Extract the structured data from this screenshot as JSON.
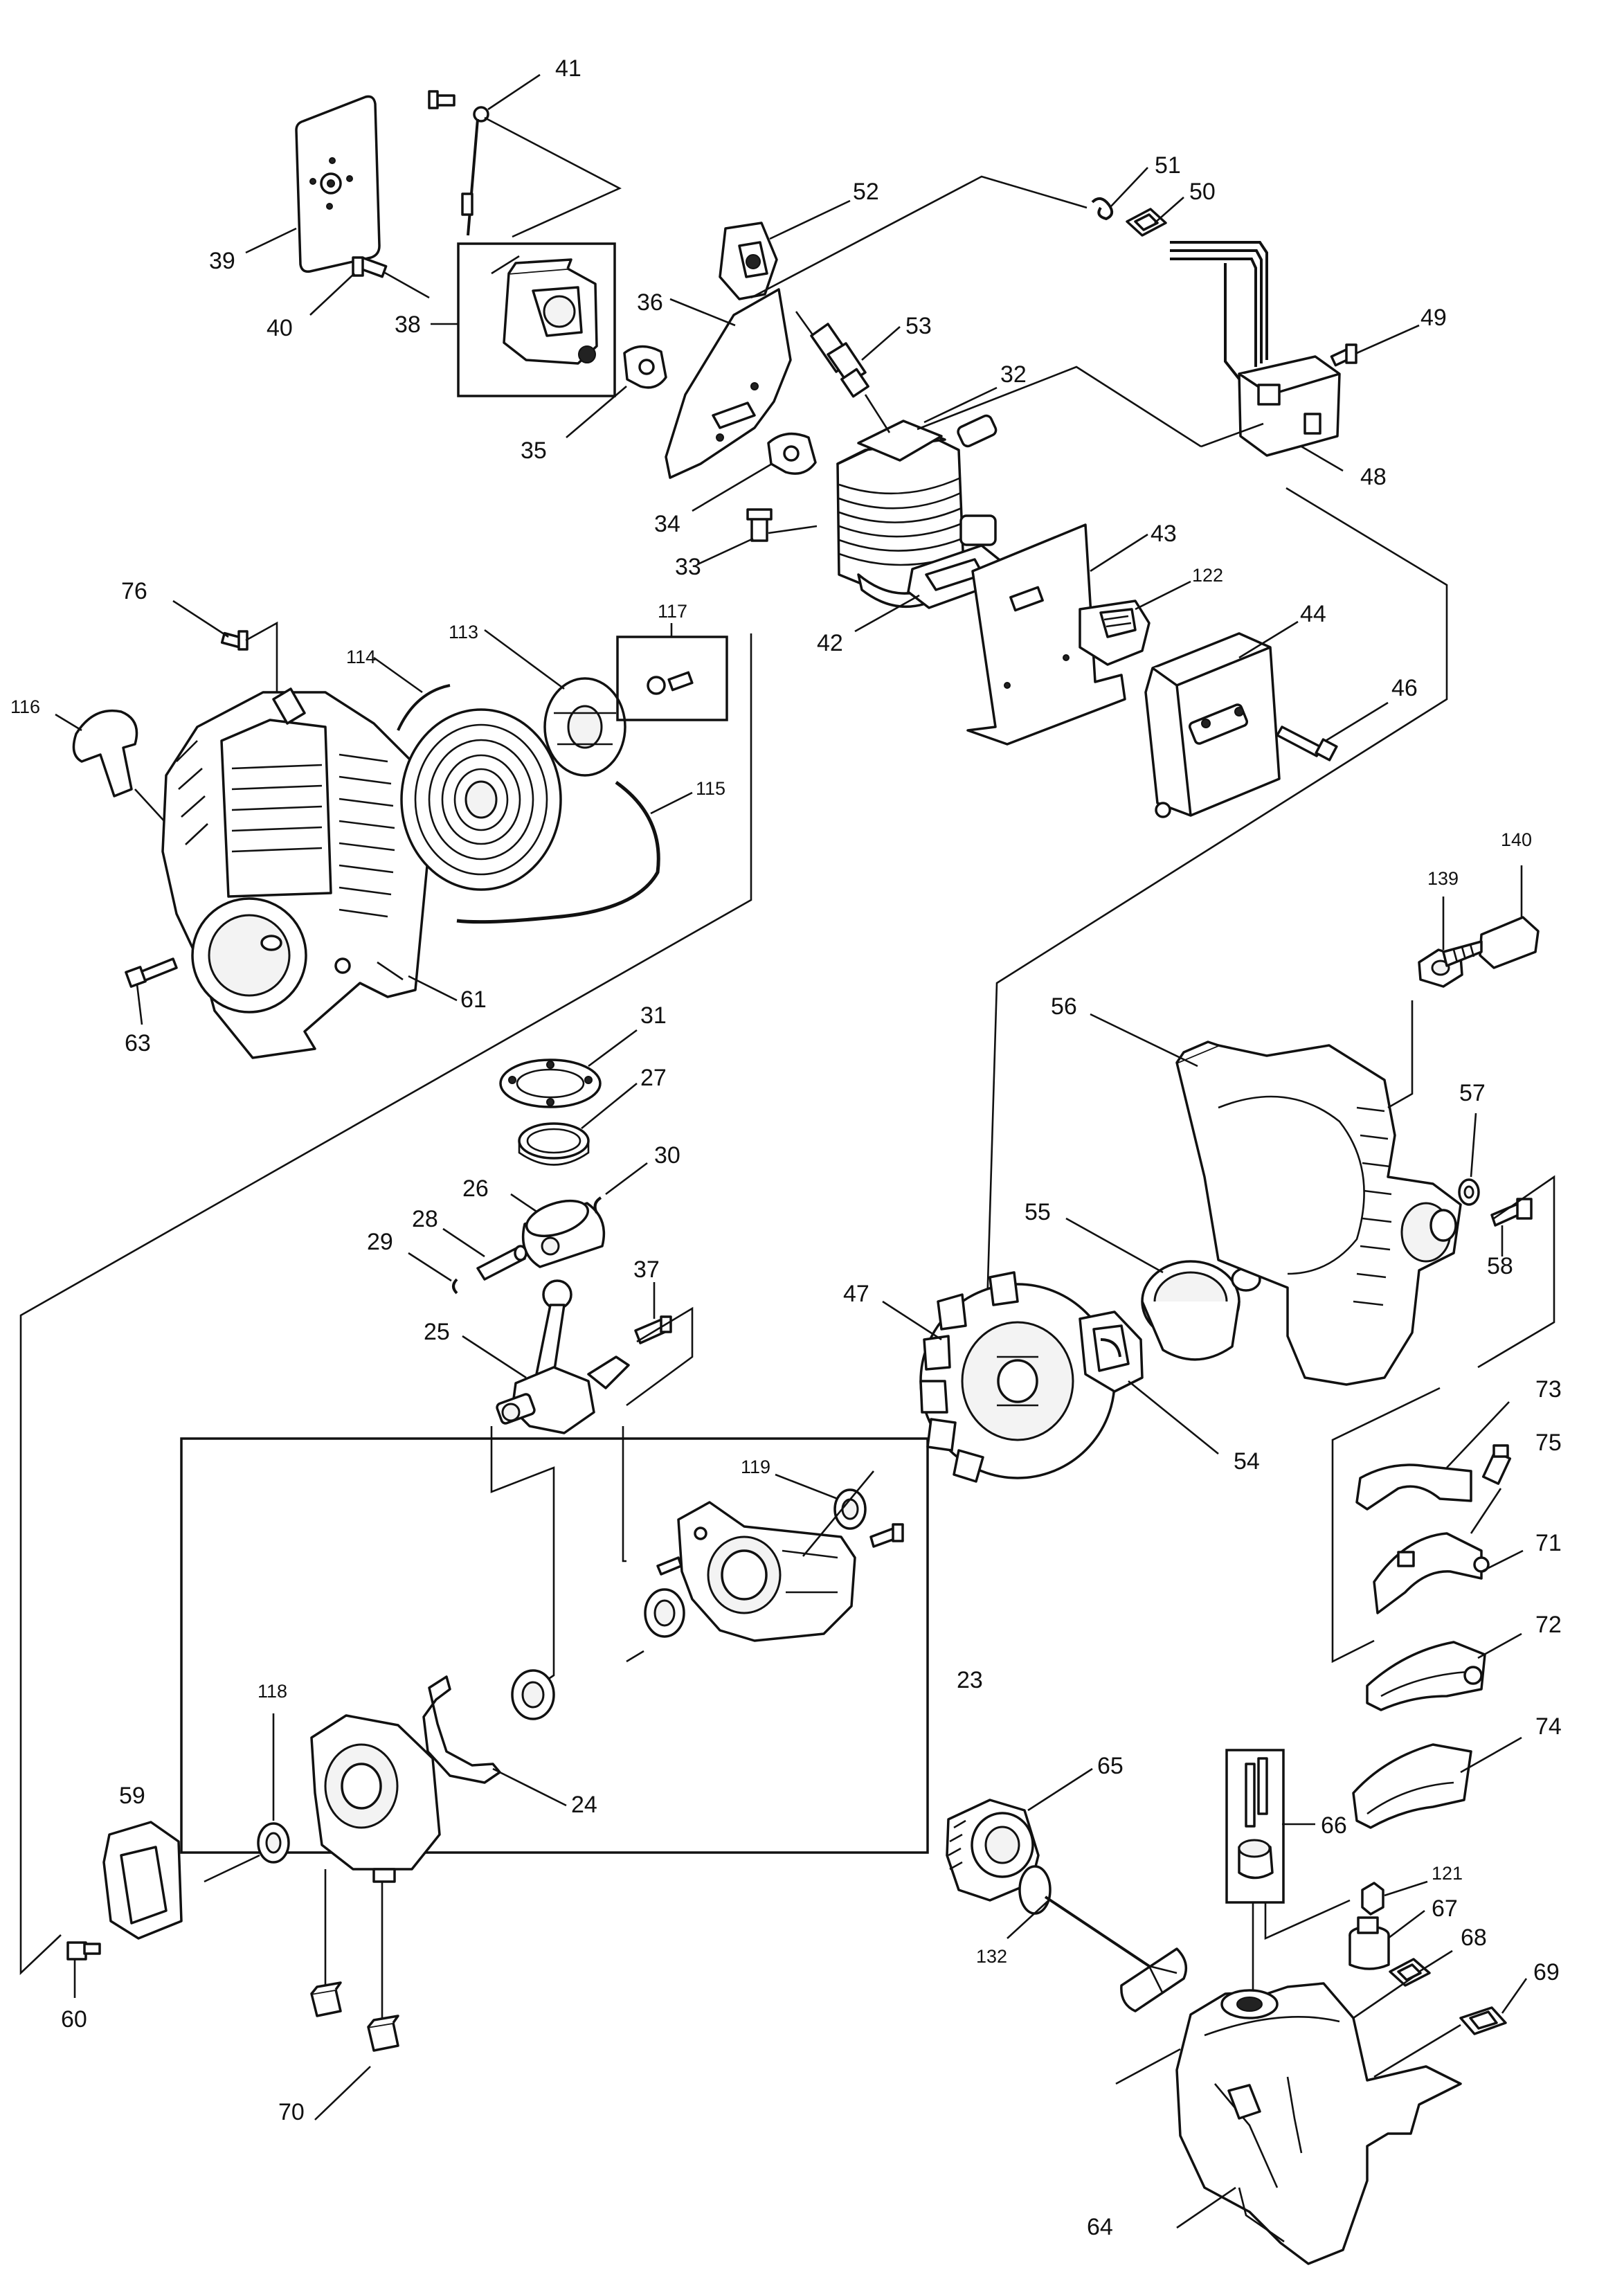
{
  "callouts": {
    "p23": "23",
    "p24": "24",
    "p25": "25",
    "p26": "26",
    "p27": "27",
    "p28": "28",
    "p29": "29",
    "p30": "30",
    "p31": "31",
    "p32": "32",
    "p33": "33",
    "p34": "34",
    "p35": "35",
    "p36": "36",
    "p37": "37",
    "p38": "38",
    "p39": "39",
    "p40": "40",
    "p41": "41",
    "p42": "42",
    "p43": "43",
    "p44": "44",
    "p46": "46",
    "p47": "47",
    "p48": "48",
    "p49": "49",
    "p50": "50",
    "p51": "51",
    "p52": "52",
    "p53": "53",
    "p54": "54",
    "p55": "55",
    "p56": "56",
    "p57": "57",
    "p58": "58",
    "p59": "59",
    "p60": "60",
    "p61": "61",
    "p63": "63",
    "p64": "64",
    "p65": "65",
    "p66": "66",
    "p67": "67",
    "p68": "68",
    "p69": "69",
    "p70": "70",
    "p71": "71",
    "p72": "72",
    "p73": "73",
    "p74": "74",
    "p75": "75",
    "p76": "76",
    "p113": "113",
    "p114": "114",
    "p115": "115",
    "p116": "116",
    "p117": "117",
    "p118": "118",
    "p119": "119",
    "p121": "121",
    "p122": "122",
    "p132": "132",
    "p139": "139",
    "p140": "140"
  }
}
